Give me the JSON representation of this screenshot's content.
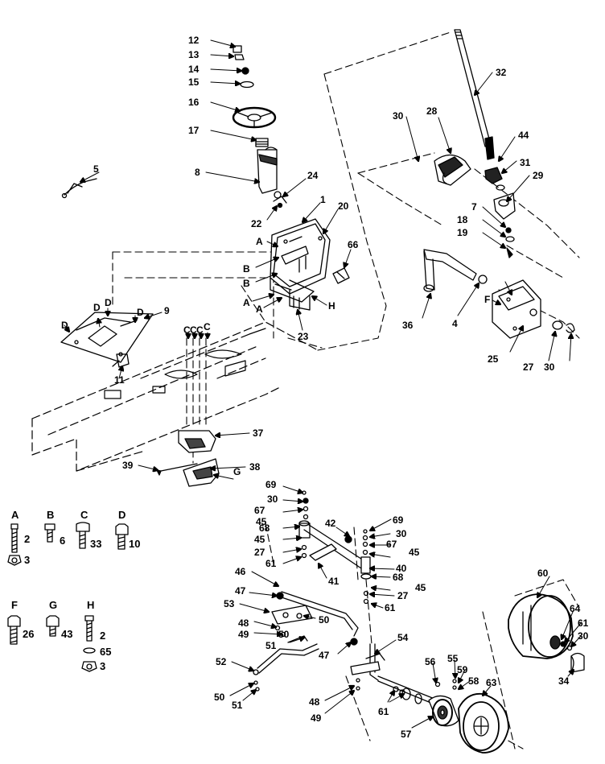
{
  "diagram": {
    "callouts": [
      {
        "id": "c12",
        "text": "12"
      },
      {
        "id": "c13",
        "text": "13"
      },
      {
        "id": "c14",
        "text": "14"
      },
      {
        "id": "c15",
        "text": "15"
      },
      {
        "id": "c16",
        "text": "16"
      },
      {
        "id": "c17",
        "text": "17"
      },
      {
        "id": "c8",
        "text": "8"
      },
      {
        "id": "c5",
        "text": "5"
      },
      {
        "id": "c24",
        "text": "24"
      },
      {
        "id": "c22",
        "text": "22"
      },
      {
        "id": "c1",
        "text": "1"
      },
      {
        "id": "c20",
        "text": "20"
      },
      {
        "id": "c66",
        "text": "66"
      },
      {
        "id": "cA1",
        "text": "A"
      },
      {
        "id": "cB1",
        "text": "B"
      },
      {
        "id": "cB2",
        "text": "B"
      },
      {
        "id": "cA2",
        "text": "A"
      },
      {
        "id": "cA3",
        "text": "A"
      },
      {
        "id": "cH1",
        "text": "H"
      },
      {
        "id": "c23",
        "text": "23"
      },
      {
        "id": "cD1",
        "text": "D"
      },
      {
        "id": "cD2",
        "text": "D"
      },
      {
        "id": "cD3",
        "text": "D"
      },
      {
        "id": "cD4",
        "text": "D"
      },
      {
        "id": "c9",
        "text": "9"
      },
      {
        "id": "c11",
        "text": "11"
      },
      {
        "id": "cC1",
        "text": "C"
      },
      {
        "id": "cC2",
        "text": "C"
      },
      {
        "id": "cC3",
        "text": "C"
      },
      {
        "id": "cC4",
        "text": "C"
      },
      {
        "id": "c37",
        "text": "37"
      },
      {
        "id": "c39",
        "text": "39"
      },
      {
        "id": "c38",
        "text": "38"
      },
      {
        "id": "cG1",
        "text": "G"
      },
      {
        "id": "c32",
        "text": "32"
      },
      {
        "id": "c30a",
        "text": "30"
      },
      {
        "id": "c28",
        "text": "28"
      },
      {
        "id": "c44",
        "text": "44"
      },
      {
        "id": "c31",
        "text": "31"
      },
      {
        "id": "c29",
        "text": "29"
      },
      {
        "id": "c7",
        "text": "7"
      },
      {
        "id": "c18",
        "text": "18"
      },
      {
        "id": "c19",
        "text": "19"
      },
      {
        "id": "cF1",
        "text": "F"
      },
      {
        "id": "c36",
        "text": "36"
      },
      {
        "id": "c4",
        "text": "4"
      },
      {
        "id": "c25",
        "text": "25"
      },
      {
        "id": "c27a",
        "text": "27"
      },
      {
        "id": "c30b",
        "text": "30"
      },
      {
        "id": "c69a",
        "text": "69"
      },
      {
        "id": "c30c",
        "text": "30"
      },
      {
        "id": "c67a",
        "text": "67"
      },
      {
        "id": "c45a",
        "text": "45"
      },
      {
        "id": "c68a",
        "text": "68"
      },
      {
        "id": "c45b",
        "text": "45"
      },
      {
        "id": "c27b",
        "text": "27"
      },
      {
        "id": "c61a",
        "text": "61"
      },
      {
        "id": "c42",
        "text": "42"
      },
      {
        "id": "c69b",
        "text": "69"
      },
      {
        "id": "c30d",
        "text": "30"
      },
      {
        "id": "c67b",
        "text": "67"
      },
      {
        "id": "c45c",
        "text": "45"
      },
      {
        "id": "c40",
        "text": "40"
      },
      {
        "id": "c68b",
        "text": "68"
      },
      {
        "id": "c45d",
        "text": "45"
      },
      {
        "id": "c27c",
        "text": "27"
      },
      {
        "id": "c61b",
        "text": "61"
      },
      {
        "id": "c41",
        "text": "41"
      },
      {
        "id": "c46",
        "text": "46"
      },
      {
        "id": "c47a",
        "text": "47"
      },
      {
        "id": "c53",
        "text": "53"
      },
      {
        "id": "c50a",
        "text": "50"
      },
      {
        "id": "c48a",
        "text": "48"
      },
      {
        "id": "c50b",
        "text": "50"
      },
      {
        "id": "c49a",
        "text": "49"
      },
      {
        "id": "c51a",
        "text": "51"
      },
      {
        "id": "c47b",
        "text": "47"
      },
      {
        "id": "c54",
        "text": "54"
      },
      {
        "id": "c52",
        "text": "52"
      },
      {
        "id": "c50c",
        "text": "50"
      },
      {
        "id": "c51b",
        "text": "51"
      },
      {
        "id": "c48b",
        "text": "48"
      },
      {
        "id": "c49b",
        "text": "49"
      },
      {
        "id": "c56",
        "text": "56"
      },
      {
        "id": "c55",
        "text": "55"
      },
      {
        "id": "c59",
        "text": "59"
      },
      {
        "id": "c58",
        "text": "58"
      },
      {
        "id": "c61c",
        "text": "61"
      },
      {
        "id": "c57",
        "text": "57"
      },
      {
        "id": "c63",
        "text": "63"
      },
      {
        "id": "c60",
        "text": "60"
      },
      {
        "id": "c64",
        "text": "64"
      },
      {
        "id": "c61d",
        "text": "61"
      },
      {
        "id": "c30e",
        "text": "30"
      },
      {
        "id": "c34",
        "text": "34"
      }
    ],
    "hardware_key": [
      {
        "letter": "A",
        "parts": [
          "2",
          "3"
        ]
      },
      {
        "letter": "B",
        "parts": [
          "6"
        ]
      },
      {
        "letter": "C",
        "parts": [
          "33"
        ]
      },
      {
        "letter": "D",
        "parts": [
          "10"
        ]
      },
      {
        "letter": "F",
        "parts": [
          "26"
        ]
      },
      {
        "letter": "G",
        "parts": [
          "43"
        ]
      },
      {
        "letter": "H",
        "parts": [
          "2",
          "65",
          "3"
        ]
      }
    ]
  }
}
